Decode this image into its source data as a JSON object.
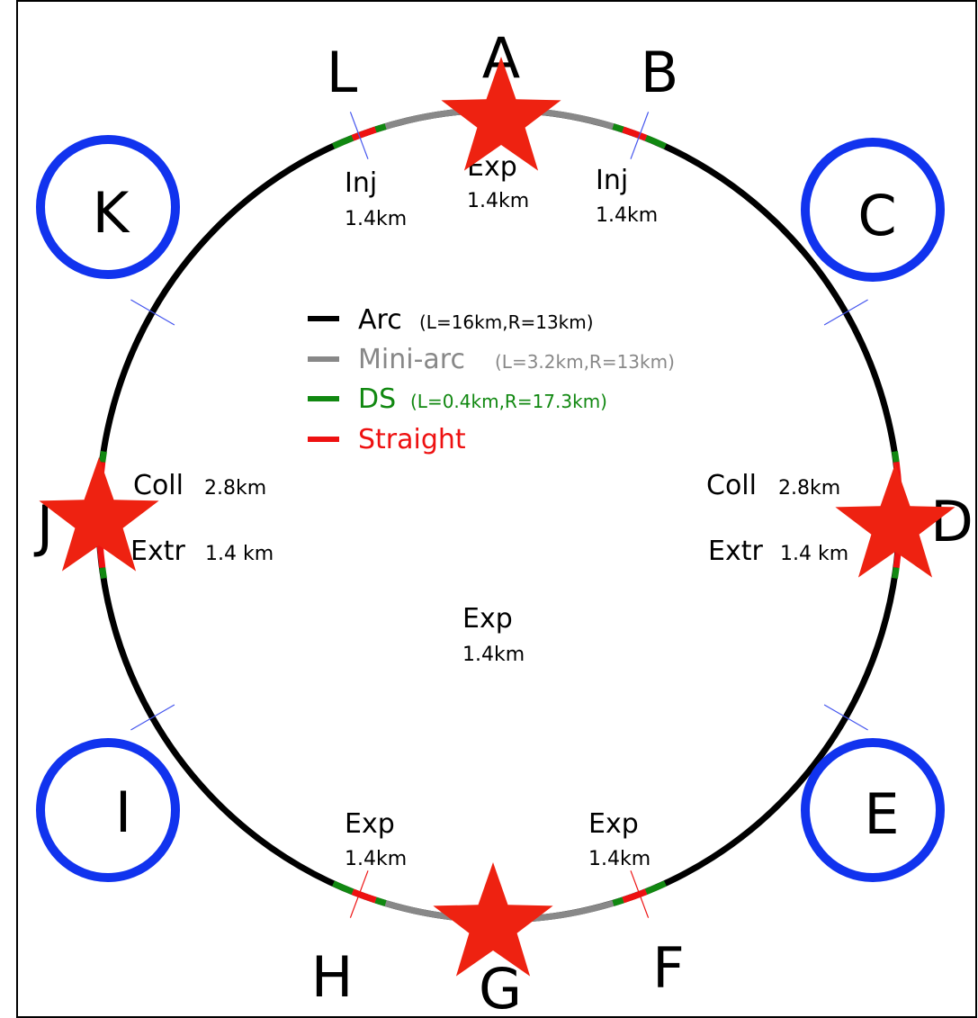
{
  "colors": {
    "arc": "#000000",
    "mini_arc": "#888888",
    "ds": "#118811",
    "straight": "#ee1111",
    "circle_marker": "#1133ee",
    "star_marker": "#ee2211",
    "tick": "#4455ee"
  },
  "points": [
    {
      "id": "A",
      "label": "A",
      "marker": "star"
    },
    {
      "id": "B",
      "label": "B",
      "marker": "none"
    },
    {
      "id": "C",
      "label": "C",
      "marker": "circle"
    },
    {
      "id": "D",
      "label": "D",
      "marker": "star"
    },
    {
      "id": "E",
      "label": "E",
      "marker": "circle"
    },
    {
      "id": "F",
      "label": "F",
      "marker": "none"
    },
    {
      "id": "G",
      "label": "G",
      "marker": "star"
    },
    {
      "id": "H",
      "label": "H",
      "marker": "none"
    },
    {
      "id": "I",
      "label": "I",
      "marker": "circle"
    },
    {
      "id": "J",
      "label": "J",
      "marker": "star"
    },
    {
      "id": "K",
      "label": "K",
      "marker": "circle"
    },
    {
      "id": "L",
      "label": "L",
      "marker": "none"
    }
  ],
  "sections": {
    "L": {
      "name": "Inj",
      "length": "1.4km"
    },
    "A": {
      "name": "Exp",
      "length": "1.4km"
    },
    "B": {
      "name": "Inj",
      "length": "1.4km"
    },
    "D_coll": {
      "name": "Coll",
      "length": "2.8km"
    },
    "D_extr": {
      "name": "Extr",
      "length": "1.4 km"
    },
    "J_coll": {
      "name": "Coll",
      "length": "2.8km"
    },
    "J_extr": {
      "name": "Extr",
      "length": "1.4 km"
    },
    "H": {
      "name": "Exp",
      "length": "1.4km"
    },
    "G": {
      "name": "Exp",
      "length": "1.4km"
    },
    "F": {
      "name": "Exp",
      "length": "1.4km"
    }
  },
  "legend": [
    {
      "name": "Arc",
      "params": "(L=16km,R=13km)",
      "color": "#000000"
    },
    {
      "name": "Mini-arc",
      "params": "(L=3.2km,R=13km)",
      "color": "#888888"
    },
    {
      "name": "DS",
      "params": "(L=0.4km,R=17.3km)",
      "color": "#118811"
    },
    {
      "name": "Straight",
      "params": "",
      "color": "#ee1111"
    }
  ]
}
